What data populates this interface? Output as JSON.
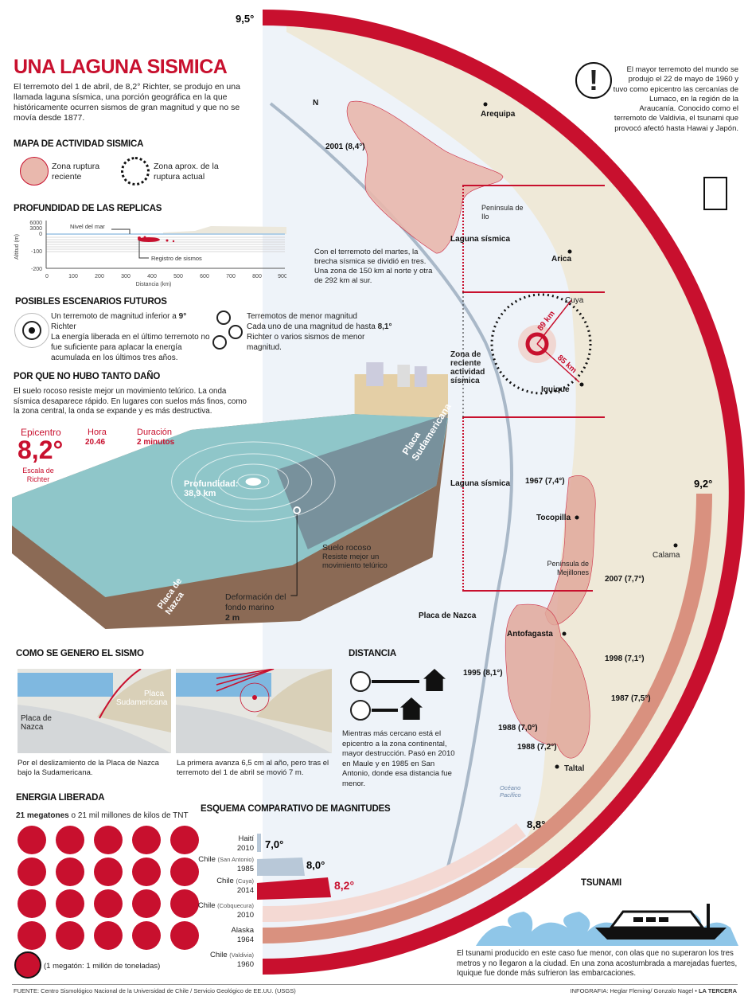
{
  "title": "UNA LAGUNA SISMICA",
  "intro": "El terremoto del 1 de abril, de 8,2° Richter, se produjo en una llamada laguna sísmica, una porción geográfica en la que históricamente ocurren sismos de gran magnitud y que no se movía desde 1877.",
  "map_legend": {
    "heading": "MAPA DE ACTIVIDAD SISMICA",
    "recent": "Zona ruptura reciente",
    "current": "Zona aprox. de la ruptura actual"
  },
  "replicas": {
    "heading": "PROFUNDIDAD DE LAS REPLICAS",
    "ylabel": "Altitud (m)",
    "xlabel": "Distancia (km)",
    "yticks": [
      "6000",
      "3000",
      "0",
      "-100",
      "-200"
    ],
    "xticks": [
      "0",
      "100",
      "200",
      "300",
      "400",
      "500",
      "600",
      "700",
      "800",
      "900"
    ],
    "sea_label": "Nivel del mar",
    "quakes_label": "Registro de sismos"
  },
  "scenarios": {
    "heading": "POSIBLES ESCENARIOS FUTUROS",
    "a": {
      "l1": "Un terremoto de magnitud inferior a ",
      "bold": "9°",
      "l1b": " Richter",
      "body": "La energía liberada en el último terremoto no fue suficiente para aplacar la energía acumulada en los últimos tres años."
    },
    "b": {
      "l1": "Terremotos de menor magnitud",
      "l2": "Cada uno de una magnitud de hasta ",
      "bold": "8,1°",
      "body": "Richter o varios sismos de menor magnitud."
    }
  },
  "damage": {
    "heading": "POR QUE NO HUBO TANTO DAÑO",
    "body": "El suelo rocoso resiste mejor un movimiento telúrico. La onda sísmica desaparece rápido. En lugares con suelos más finos, como la zona central, la onda se expande y es más destructiva.",
    "epicentro_label": "Epicentro",
    "magnitude": "8,2°",
    "scale": "Escala de Richter",
    "hora_label": "Hora",
    "hora": "20.46",
    "duracion_label": "Duración",
    "duracion": "2 minutos",
    "depth_label": "Profundidad:",
    "depth": "38,9 km",
    "placa_sud": "Placa Sudamericana",
    "placa_nazca": "Placa de Nazca",
    "suelo_title": "Suelo rocoso",
    "suelo_body": "Resiste mejor un movimiento telúrico",
    "deform": "Deformación del fondo marino",
    "deform_val": "2 m"
  },
  "genero": {
    "heading": "COMO SE GENERO EL SISMO",
    "placa_sud": "Placa Sudamericana",
    "placa_nazca": "Placa de Nazca",
    "cap1": "Por el deslizamiento de la Placa de Nazca bajo la Sudamericana.",
    "cap2": "La primera avanza 6,5 cm al año, pero tras el terremoto del 1 de abril se movió 7 m."
  },
  "distancia": {
    "heading": "DISTANCIA",
    "body": "Mientras más cercano está el epicentro a la zona continental, mayor destrucción. Pasó en 2010 en Maule y en 1985 en San Antonio, donde esa distancia fue menor."
  },
  "energia": {
    "heading": "ENERGIA LIBERADA",
    "bold": "21 megatones",
    "rest": " o 21 mil millones de kilos de TNT",
    "count": 21,
    "legend": "(1 megatón: 1 millón de toneladas)",
    "color": "#c8102e"
  },
  "magnitudes": {
    "heading": "ESQUEMA COMPARATIVO DE MAGNITUDES",
    "items": [
      {
        "place": "Haití",
        "year": "2010",
        "value": "7,0°",
        "color": "#b8c8d8"
      },
      {
        "place": "Chile",
        "sub": "(San Antonio)",
        "year": "1985",
        "value": "8,0°",
        "color": "#b8c8d8"
      },
      {
        "place": "Chile",
        "sub": "(Cuya)",
        "year": "2014",
        "value": "8,2°",
        "color": "#c8102e"
      },
      {
        "place": "Chile",
        "sub": "(Cobquecura)",
        "year": "2010",
        "value": "8,8°",
        "color": "#f4d9d3"
      },
      {
        "place": "Alaska",
        "year": "1964",
        "value": "9,2°",
        "color": "#d9917f"
      },
      {
        "place": "Chile",
        "sub": "(Valdivia)",
        "year": "1960",
        "value": "9,5°",
        "color": "#c8102e"
      }
    ]
  },
  "valdivia_note": "El mayor terremoto del mundo se produjo el 22 de mayo de 1960 y tuvo como epicentro las cercanías de Lumaco, en la región de la Araucanía. Conocido como el terremoto de Valdivia, el tsunami que provocó afectó hasta Hawai y Japón.",
  "map": {
    "north": "N",
    "breach_note": "Con el terremoto del martes, la brecha sísmica se dividió en tres. Una zona de 150 km al norte y otra de 292 km al sur.",
    "laguna": "Laguna sísmica",
    "zona_reciente": "Zona de reciente actividad sísmica",
    "placa_nazca": "Placa de Nazca",
    "oceano": "Océano Pacífico",
    "cities": [
      "Arequipa",
      "Arica",
      "Cuya",
      "Iquique",
      "Tocopilla",
      "Calama",
      "Antofagasta",
      "Taltal"
    ],
    "peninsula_ilo": "Península de Ilo",
    "peninsula_mej": "Península de Mejillones",
    "r89": "89 km",
    "r85": "85 km",
    "quakes": [
      "2001 (8,4°)",
      "1967 (7,4°)",
      "2007 (7,7°)",
      "1995 (8,1°)",
      "1998 (7,1°)",
      "1987 (7,5°)",
      "1988 (7,0°)",
      "1988 (7,2°)"
    ]
  },
  "tsunami": {
    "heading": "TSUNAMI",
    "body": "El tsunami producido en este caso fue menor, con olas que no superaron los tres metros y no llegaron a la ciudad. En una zona acostumbrada a marejadas fuertes, Iquique fue donde más sufrieron las embarcaciones."
  },
  "footer": {
    "source": "FUENTE: Centro Sismológico Nacional de la Universidad de Chile / Servicio Geológico de EE.UU. (USGS)",
    "credit": "INFOGRAFIA: Heglar Fleming/ Gonzalo Nagel • ",
    "brand": "LA TERCERA"
  }
}
